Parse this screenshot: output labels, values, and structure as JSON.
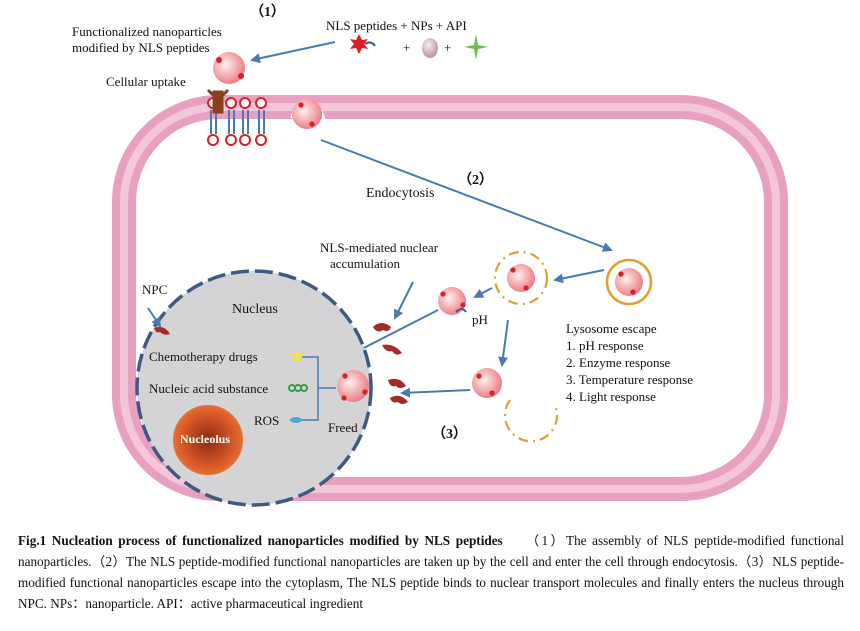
{
  "diagram": {
    "step1": "（1）",
    "step2": "（2）",
    "step3": "（3）",
    "functionalized_label_line1": "Functionalized nanoparticles",
    "functionalized_label_line2": "modified by NLS peptides",
    "components_label": "NLS peptides + NPs + API",
    "plus": "+",
    "cellular_uptake": "Cellular uptake",
    "endocytosis": "Endocytosis",
    "nls_mediated_line1": "NLS-mediated nuclear",
    "nls_mediated_line2": "accumulation",
    "npc": "NPC",
    "nucleus": "Nucleus",
    "nucleolus": "Nucleolus",
    "ph": "pH",
    "freed": "Freed",
    "payloads": [
      "Chemotherapy drugs",
      "Nucleic acid substance",
      "ROS"
    ],
    "lysosome_escape_title": "Lysosome escape",
    "lysosome_escape_items": [
      "1. pH response",
      "2. Enzyme response",
      "3. Temperature response",
      "4. Light response"
    ],
    "colors": {
      "membrane": "#e8a0c0",
      "nanoparticle": "#f08a90",
      "payload_red": "#d9202a",
      "nucleus_fill": "#d4d4d6",
      "nucleus_border": "#3d5a80",
      "nucleolus": "#d8572a",
      "npc": "#a52a2a",
      "arrow": "#4a7ab0",
      "lysosome": "#e0a030",
      "star_green": "#6cbf4a",
      "star_yellow": "#f2e14b"
    }
  },
  "caption": {
    "title": "Fig.1   Nucleation process of functionalized nanoparticles modified by NLS peptides",
    "body": "（1）The assembly of NLS peptide-modified functional nanoparticles.（2）The NLS peptide-modified functional nanoparticles are taken up by the cell and enter the cell through endocytosis.（3）NLS peptide-modified functional nanoparticles escape into the cytoplasm, The NLS peptide binds to nuclear transport molecules and finally enters the nucleus through NPC. NPs：nanoparticle. API：active pharmaceutical ingredient"
  }
}
